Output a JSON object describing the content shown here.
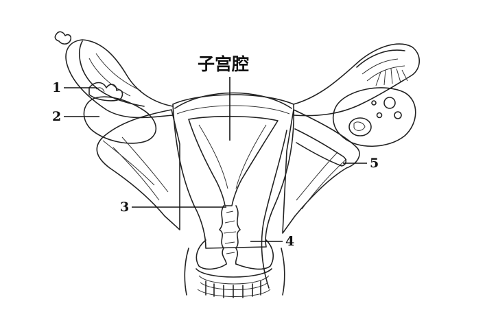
{
  "title": "子宫腔",
  "labels": [
    {
      "id": "1",
      "text": "1"
    },
    {
      "id": "2",
      "text": "2"
    },
    {
      "id": "3",
      "text": "3"
    },
    {
      "id": "4",
      "text": "4"
    },
    {
      "id": "5",
      "text": "5"
    }
  ]
}
